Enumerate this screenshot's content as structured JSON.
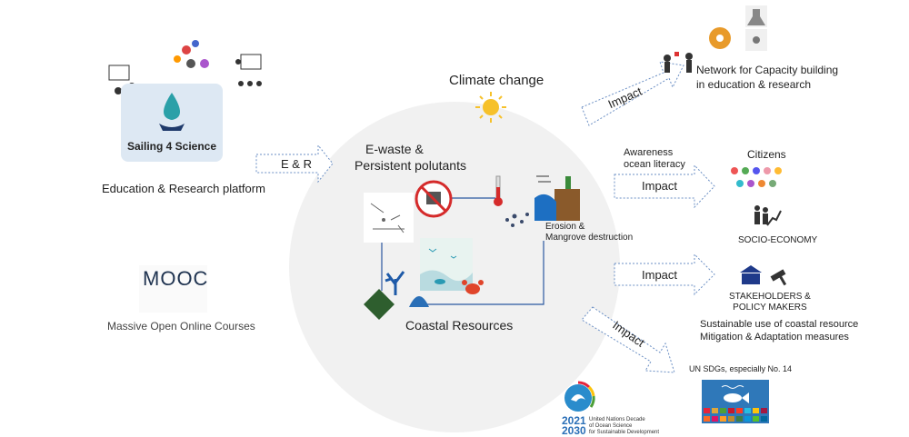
{
  "left": {
    "platform_name": "Sailing 4 Science",
    "platform_caption": "Education & Research platform",
    "mooc_logo": "MOOC",
    "mooc_caption": "Massive Open Online Courses",
    "er_arrow": "E & R"
  },
  "center": {
    "climate": "Climate change",
    "ewaste_line1": "E-waste &",
    "ewaste_line2": "Persistent polutants",
    "erosion_line1": "Erosion &",
    "erosion_line2": "Mangrove destruction",
    "coastal": "Coastal Resources"
  },
  "impacts": {
    "top": "Impact",
    "awareness_line1": "Awareness",
    "awareness_line2": "ocean literacy",
    "middle": "Impact",
    "lower": "Impact",
    "bottom": "Impact"
  },
  "right": {
    "network_line1": "Network for Capacity building",
    "network_line2": "in education & research",
    "citizens": "Citizens",
    "socio": "SOCIO-ECONOMY",
    "stakeholders_line1": "STAKEHOLDERS &",
    "stakeholders_line2": "POLICY MAKERS",
    "sustainable_line1": "Sustainable use of coastal resource",
    "sustainable_line2": "Mitigation & Adaptation measures",
    "sdg_caption": "UN SDGs, especially No. 14",
    "decade_years1": "2021",
    "decade_years2": "2030",
    "decade_text1": "United Nations Decade",
    "decade_text2": "of Ocean Science",
    "decade_text3": "for Sustainable Development"
  },
  "colors": {
    "circle": "#f1f1f1",
    "s4s_box": "#dde8f3",
    "sdg_blue": "#2f78b9",
    "arrow_outline": "#6b8fc4"
  }
}
